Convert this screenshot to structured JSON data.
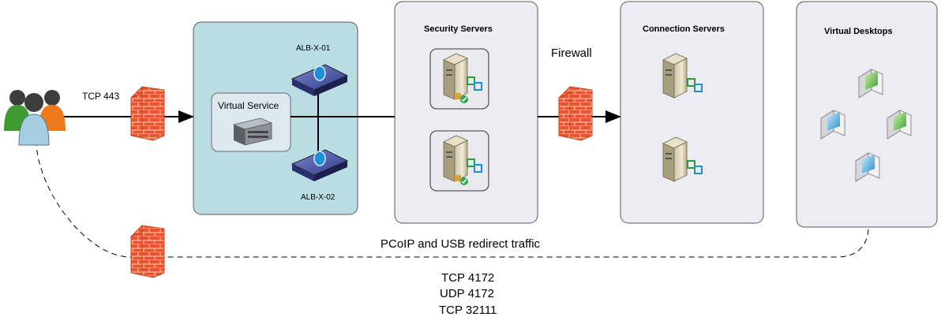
{
  "labels": {
    "tcp443": "TCP 443",
    "alb1": "ALB-X-01",
    "alb2": "ALB-X-02",
    "virtual_service": "Virtual Service",
    "security_servers": "Security Servers",
    "firewall": "Firewall",
    "connection_servers": "Connection Servers",
    "virtual_desktops": "Virtual Desktops",
    "pcoip_traffic": "PCoIP and USB redirect traffic",
    "ports": [
      "TCP 4172",
      "UDP 4172",
      "TCP 32111"
    ]
  },
  "colors": {
    "alb_panel": "#b9dde3",
    "server_panel": "#ececf2",
    "firewall": "#e8542d",
    "line": "#000000"
  },
  "icons": [
    "users-icon",
    "firewall-icon",
    "load-balancer-icon",
    "server-appliance-icon",
    "server-icon",
    "virtual-desktop-icon"
  ]
}
